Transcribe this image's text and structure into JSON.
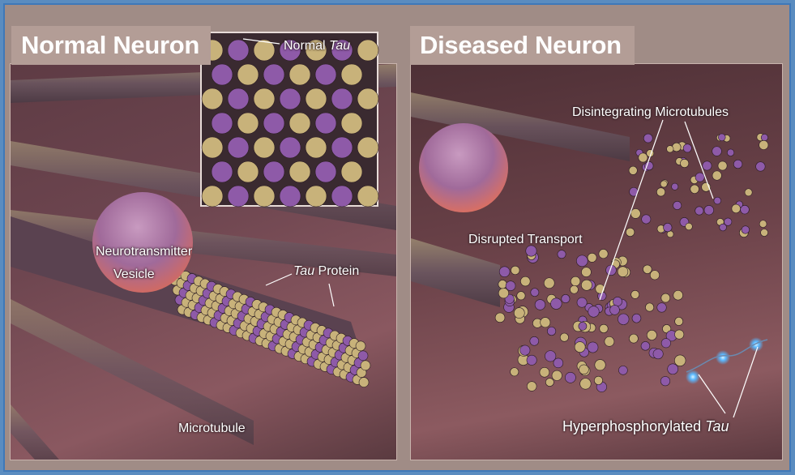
{
  "panels": {
    "left": {
      "title": "Normal Neuron",
      "labels": {
        "normal_tau_prefix": "Normal ",
        "normal_tau_italic": "Tau",
        "vesicle_line1": "Neurotransmitter",
        "vesicle_line2": "Vesicle",
        "tau_protein_italic": "Tau",
        "tau_protein_suffix": " Protein",
        "microtubule": "Microtubule"
      }
    },
    "right": {
      "title": "Diseased Neuron",
      "labels": {
        "disintegrating": "Disintegrating Microtubules",
        "disrupted": "Disrupted Transport",
        "hyper_prefix": "Hyperphosphorylated ",
        "hyper_italic": "Tau"
      }
    }
  },
  "colors": {
    "frame_border": "#3f78b8",
    "title_bg": "#b39d96",
    "bead_tan": "#c8b27a",
    "bead_purple": "#8e5aa8",
    "vesicle": "#b27ab0",
    "glow": "#5ab8ff"
  }
}
